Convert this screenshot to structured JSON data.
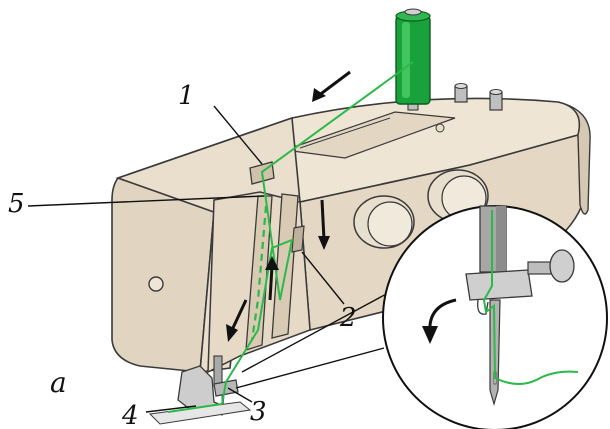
{
  "figure_label": "a",
  "callouts": [
    {
      "label": "1"
    },
    {
      "label": "2"
    },
    {
      "label": "3"
    },
    {
      "label": "4"
    },
    {
      "label": "5"
    }
  ],
  "colors": {
    "machine_body": "#e7dccb",
    "machine_shade": "#c9bba5",
    "outline": "#3a3a3a",
    "thread": "#2db84a",
    "spool": "#19a23b",
    "arrow": "#111111",
    "needle_metal": "#9a9a9a"
  }
}
